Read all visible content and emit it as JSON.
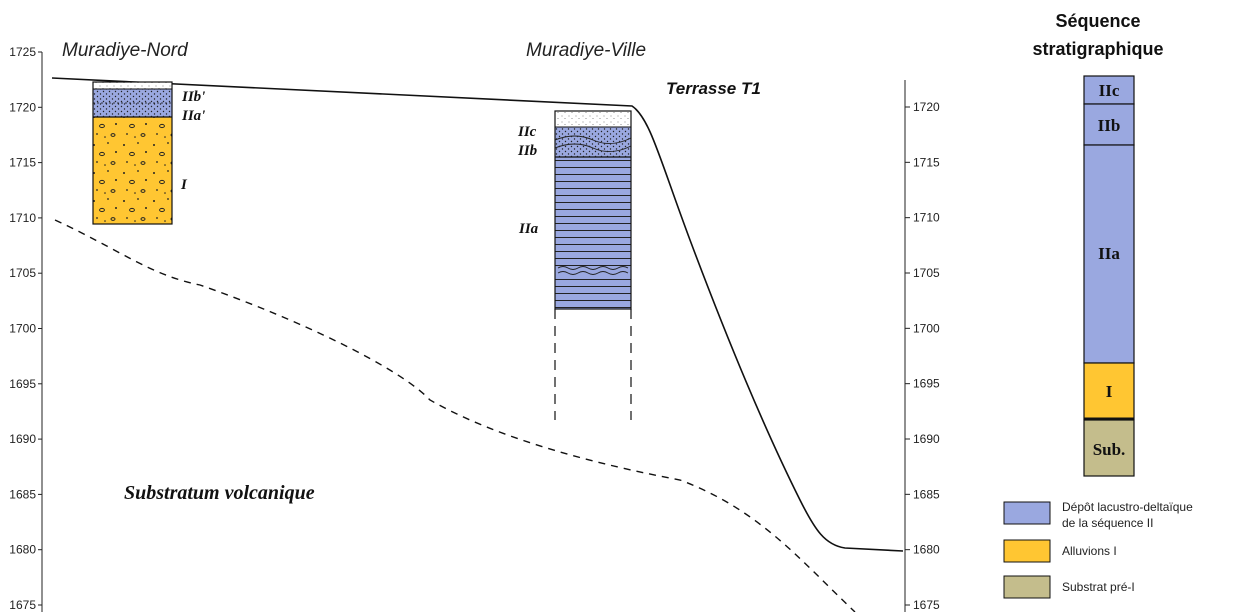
{
  "sites": {
    "left": "Muradiye-Nord",
    "middle": "Muradiye-Ville"
  },
  "terrace_label": "Terrasse T1",
  "substratum_label": "Substratum volcanique",
  "y_axis": {
    "min": 1675,
    "max": 1725,
    "step": 5,
    "ticks": [
      "1725",
      "1720",
      "1715",
      "1710",
      "1705",
      "1700",
      "1695",
      "1690",
      "1685",
      "1680",
      "1675"
    ]
  },
  "section_labels": {
    "nord": [
      "IIb'",
      "IIa'",
      "I"
    ],
    "ville": [
      "IIc",
      "IIb",
      "IIa"
    ]
  },
  "sequence": {
    "title_line1": "Séquence",
    "title_line2": "stratigraphique",
    "units": [
      {
        "label": "IIc",
        "color": "#9aa8e0"
      },
      {
        "label": "IIb",
        "color": "#9aa8e0"
      },
      {
        "label": "IIa",
        "color": "#9aa8e0"
      },
      {
        "label": "I",
        "color": "#ffc632"
      },
      {
        "label": "Sub.",
        "color": "#c4bd8c"
      }
    ]
  },
  "legend": [
    {
      "line1": "Dépôt lacustro-deltaïque",
      "line2": "de la séquence II",
      "color": "#9aa8e0"
    },
    {
      "line1": "Alluvions I",
      "line2": "",
      "color": "#ffc632"
    },
    {
      "line1": "Substrat pré-I",
      "line2": "",
      "color": "#c4bd8c"
    }
  ],
  "colors": {
    "lacustrine": "#9aa8e0",
    "alluvium": "#ffc632",
    "substrate": "#c4bd8c",
    "line": "#111111"
  }
}
